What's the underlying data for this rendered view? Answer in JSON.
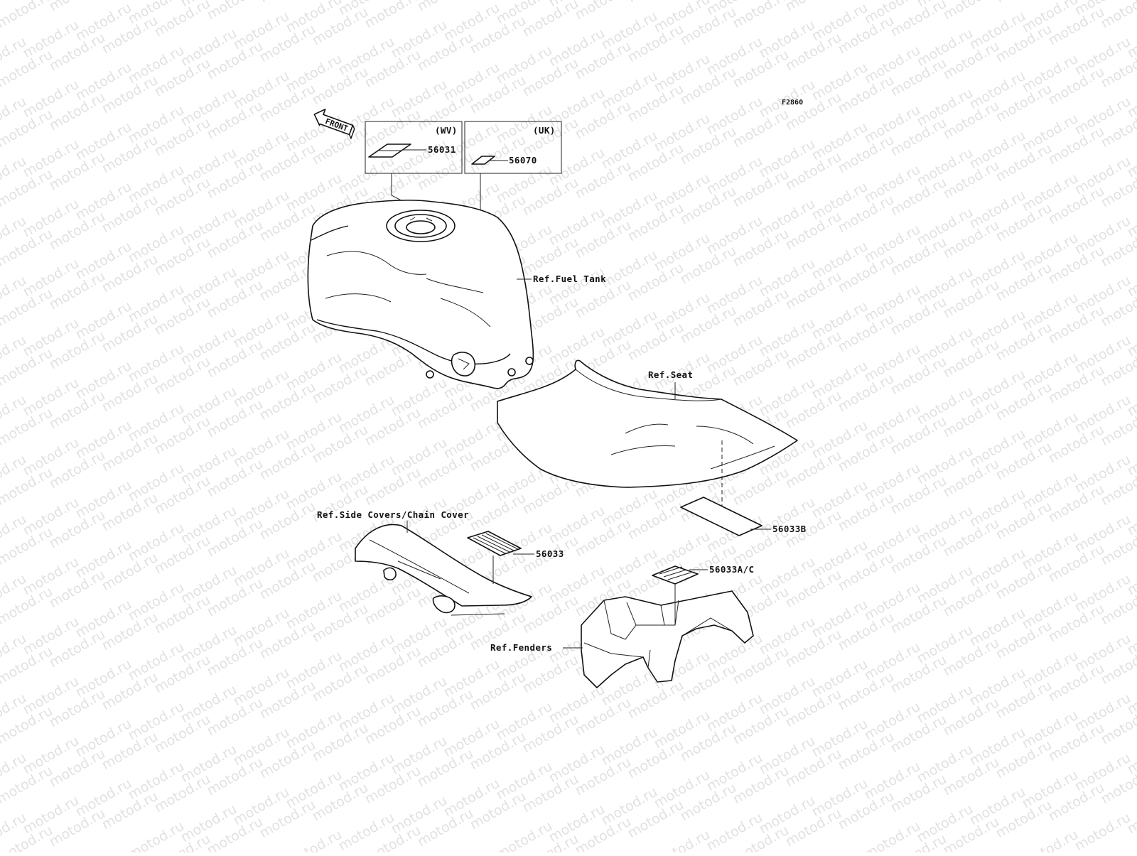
{
  "figure_code": "F2860",
  "front_arrow": "FRONT",
  "watermark": "motod.ru",
  "boxes": {
    "wv": {
      "region": "(WV)",
      "part": "56031"
    },
    "uk": {
      "region": "(UK)",
      "part": "56070"
    }
  },
  "refs": {
    "fuel_tank": "Ref.Fuel Tank",
    "seat": "Ref.Seat",
    "side_covers": "Ref.Side Covers/Chain Cover",
    "fenders": "Ref.Fenders"
  },
  "parts": {
    "seat_label": "56033B",
    "chain_cover_label": "56033",
    "fender_label": "56033A/C"
  }
}
